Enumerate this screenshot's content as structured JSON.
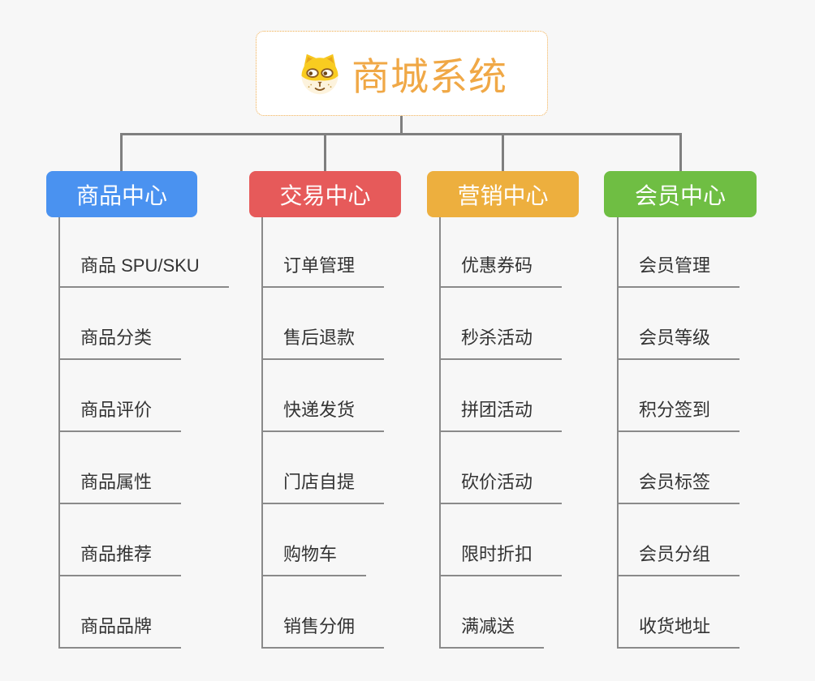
{
  "root": {
    "title": "商城系统",
    "icon": "dog-face-icon",
    "title_color": "#f0a846",
    "border_color": "#f0ad4e"
  },
  "colors": {
    "background": "#f7f7f7",
    "connector": "#7f7f7f",
    "underline": "#8a8a8a",
    "item_text": "#333333"
  },
  "branches": [
    {
      "label": "商品中心",
      "color": "#4a92f0",
      "items": [
        "商品 SPU/SKU",
        "商品分类",
        "商品评价",
        "商品属性",
        "商品推荐",
        "商品品牌"
      ]
    },
    {
      "label": "交易中心",
      "color": "#e65a5a",
      "items": [
        "订单管理",
        "售后退款",
        "快递发货",
        "门店自提",
        "购物车",
        "销售分佣"
      ]
    },
    {
      "label": "营销中心",
      "color": "#edaf3e",
      "items": [
        "优惠券码",
        "秒杀活动",
        "拼团活动",
        "砍价活动",
        "限时折扣",
        "满减送"
      ]
    },
    {
      "label": "会员中心",
      "color": "#6fbe43",
      "items": [
        "会员管理",
        "会员等级",
        "积分签到",
        "会员标签",
        "会员分组",
        "收货地址"
      ]
    }
  ]
}
